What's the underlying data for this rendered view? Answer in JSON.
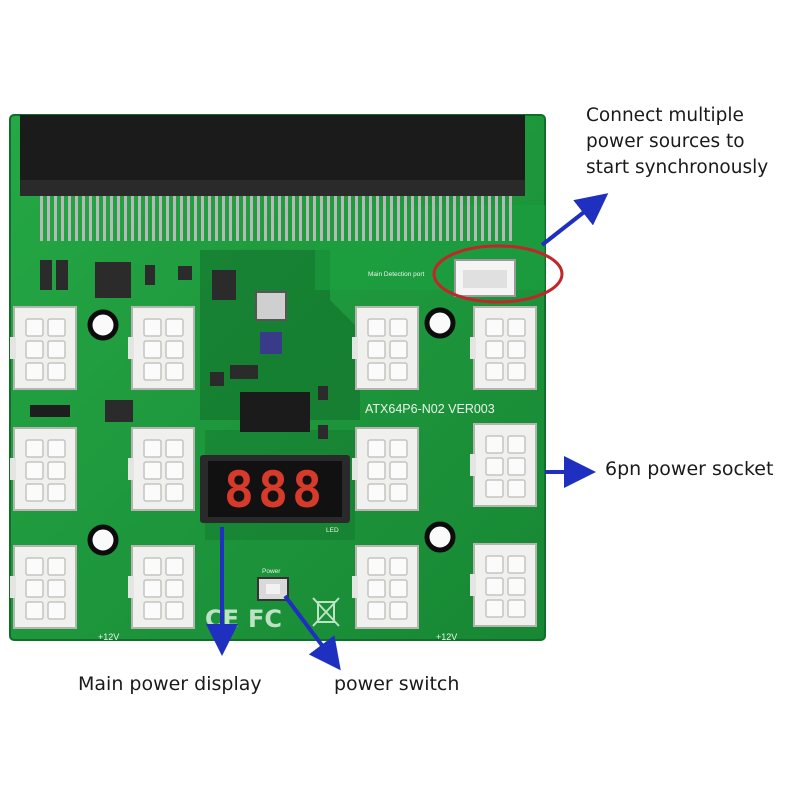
{
  "board": {
    "model_label": "ATX64P6-N02 VER003",
    "detection_port_label": "Main Detection port",
    "power_button_label": "Power",
    "led_label": "LED",
    "voltage_label_left": "+12V",
    "voltage_label_right": "+12V",
    "display_digits": "888",
    "marks": [
      "CE",
      "FC"
    ]
  },
  "callouts": {
    "sync_line_1": "Connect multiple",
    "sync_line_2": "power sources to",
    "sync_line_3": "start synchronously",
    "six_pin": "6pn power socket",
    "display": "Main power display",
    "switch": "power switch"
  },
  "colors": {
    "pcb": "#1f9a3c",
    "arrow": "#1f2fbf",
    "highlight": "#c0262a",
    "display_digits": "#d63a2a"
  }
}
